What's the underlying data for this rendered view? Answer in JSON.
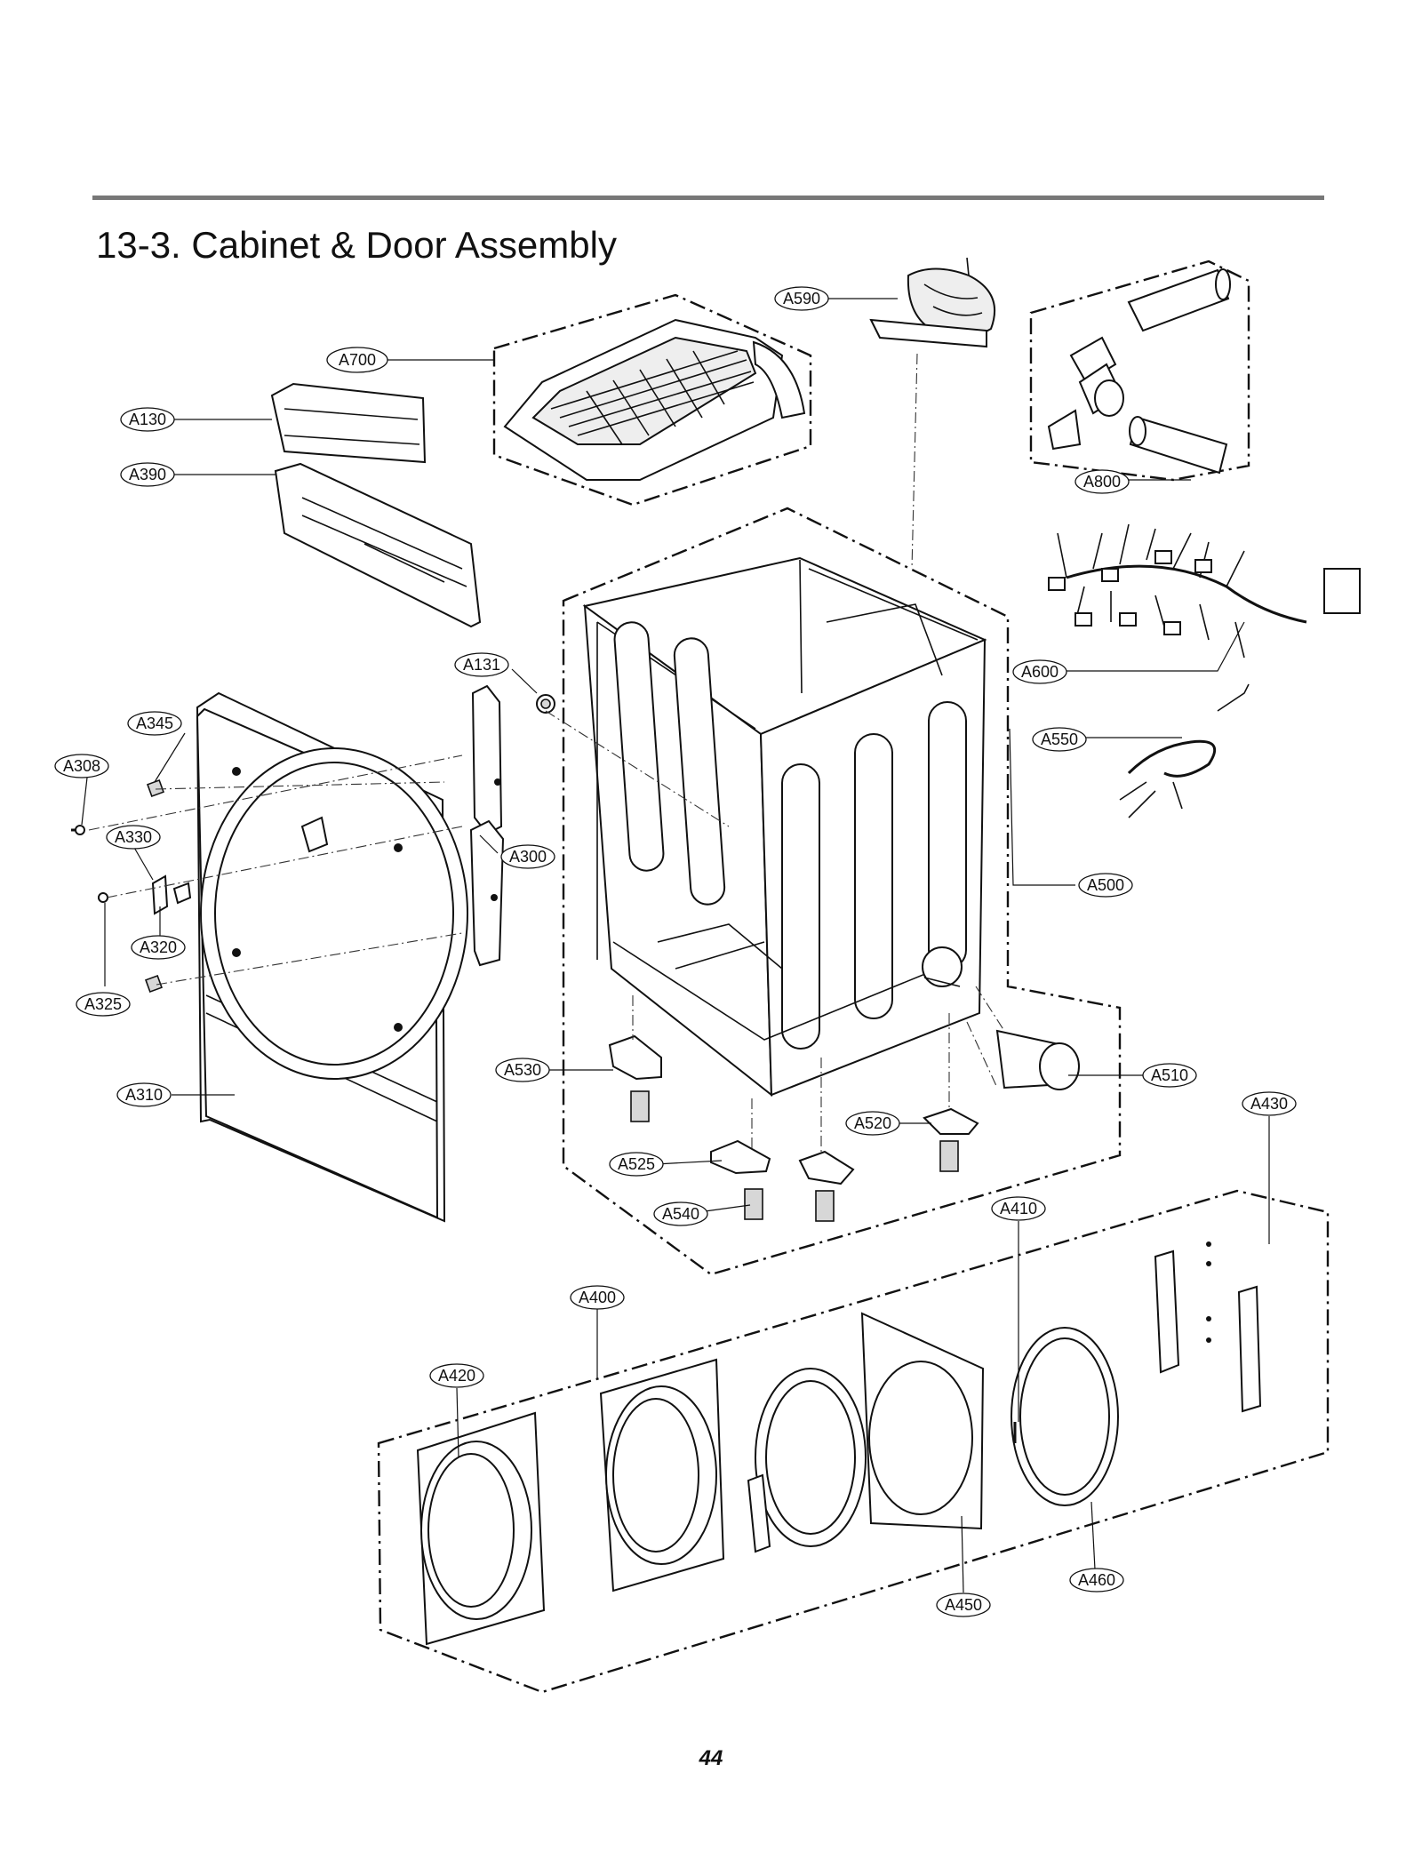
{
  "header": {
    "title": "13-3. Cabinet & Door Assembly"
  },
  "footer": {
    "page_number": "44"
  },
  "callouts": {
    "A590": "A590",
    "A700": "A700",
    "A130": "A130",
    "A390": "A390",
    "A800": "A800",
    "A131": "A131",
    "A600": "A600",
    "A345": "A345",
    "A308": "A308",
    "A550": "A550",
    "A330": "A330",
    "A300": "A300",
    "A500": "A500",
    "A320": "A320",
    "A325": "A325",
    "A530": "A530",
    "A510": "A510",
    "A310": "A310",
    "A430": "A430",
    "A520": "A520",
    "A525": "A525",
    "A410": "A410",
    "A540": "A540",
    "A400": "A400",
    "A420": "A420",
    "A460": "A460",
    "A450": "A450"
  }
}
